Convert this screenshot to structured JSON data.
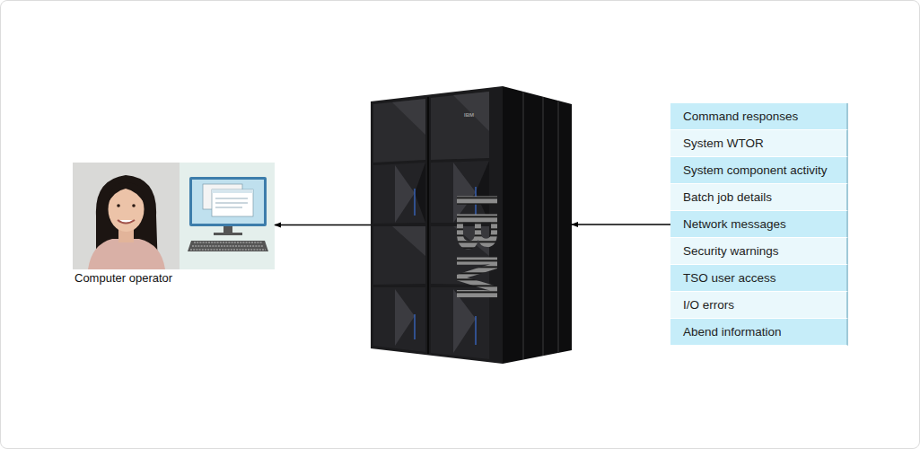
{
  "diagram": {
    "nodes": [
      {
        "text": [
          "Computer operator"
        ]
      },
      {
        "text": [
          "IBM",
          "IBM"
        ]
      },
      {
        "text": [
          "Command responses"
        ]
      },
      {
        "text": [
          "System WTOR"
        ]
      },
      {
        "text": [
          "System component activity"
        ]
      },
      {
        "text": [
          "Batch job details"
        ]
      },
      {
        "text": [
          "Network messages"
        ]
      },
      {
        "text": [
          "Security warnings"
        ]
      },
      {
        "text": [
          "TSO user access"
        ]
      },
      {
        "text": [
          "I/O errors"
        ]
      },
      {
        "text": [
          "Abend information"
        ]
      }
    ],
    "edges": [
      {
        "from": 1,
        "to": 0,
        "arrow": "to"
      },
      {
        "from": 6,
        "to": 1,
        "arrow": "to"
      }
    ]
  }
}
